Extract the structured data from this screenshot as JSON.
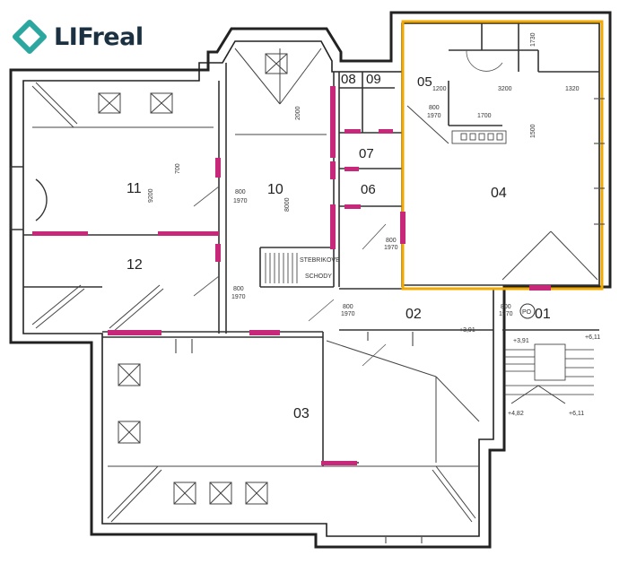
{
  "brand": {
    "name": "LIFreal",
    "accent_color": "#2ba7a0",
    "text_color": "#1b3142"
  },
  "highlight_color": "#f2a900",
  "door_color": "#c8287a",
  "rooms": {
    "r01": "01",
    "r02": "02",
    "r03": "03",
    "r04": "04",
    "r05": "05",
    "r06": "06",
    "r07": "07",
    "r08": "08",
    "r09": "09",
    "r10": "10",
    "r11": "11",
    "r12": "12"
  },
  "stairs_label": {
    "line1": "STEBRIKOVE",
    "line2": "SCHODY"
  },
  "door_tags": {
    "po": "PO"
  },
  "dimensions": {
    "d800": "800",
    "d1970": "1970",
    "d800b": "800",
    "d1970b": "1970",
    "d800c": "800",
    "d1970c": "1970",
    "d800d": "800",
    "d1970d": "1970",
    "d800e": "800",
    "d1970e": "1970",
    "d800f": "800",
    "d1970f": "1970",
    "d3200": "3200",
    "d1320": "1320",
    "d1700": "1700",
    "d1200": "1200",
    "d2000": "2000",
    "d9200": "9200",
    "d700": "700",
    "d8000": "8000",
    "d1730": "1730",
    "d1500": "1500",
    "lvl1": "+3,91",
    "lvl2": "+4,82",
    "lvl3": "+6,11",
    "lvl4": "+6,11",
    "lvl5": "+3,91"
  }
}
